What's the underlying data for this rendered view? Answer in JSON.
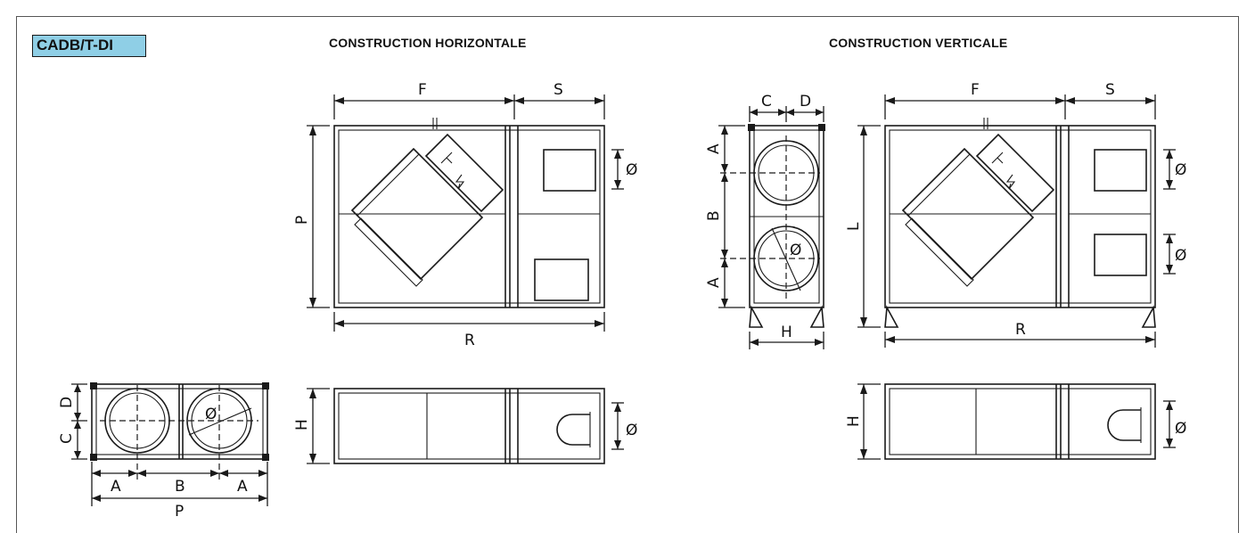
{
  "badge": "CADB/T-DI",
  "titles": {
    "horizontal": "CONSTRUCTION HORIZONTALE",
    "vertical": "CONSTRUCTION VERTICALE"
  },
  "labels": {
    "F": "F",
    "S": "S",
    "P": "P",
    "R": "R",
    "H": "H",
    "A": "A",
    "B": "B",
    "C": "C",
    "D": "D",
    "L": "L",
    "diameter": "Ø"
  }
}
